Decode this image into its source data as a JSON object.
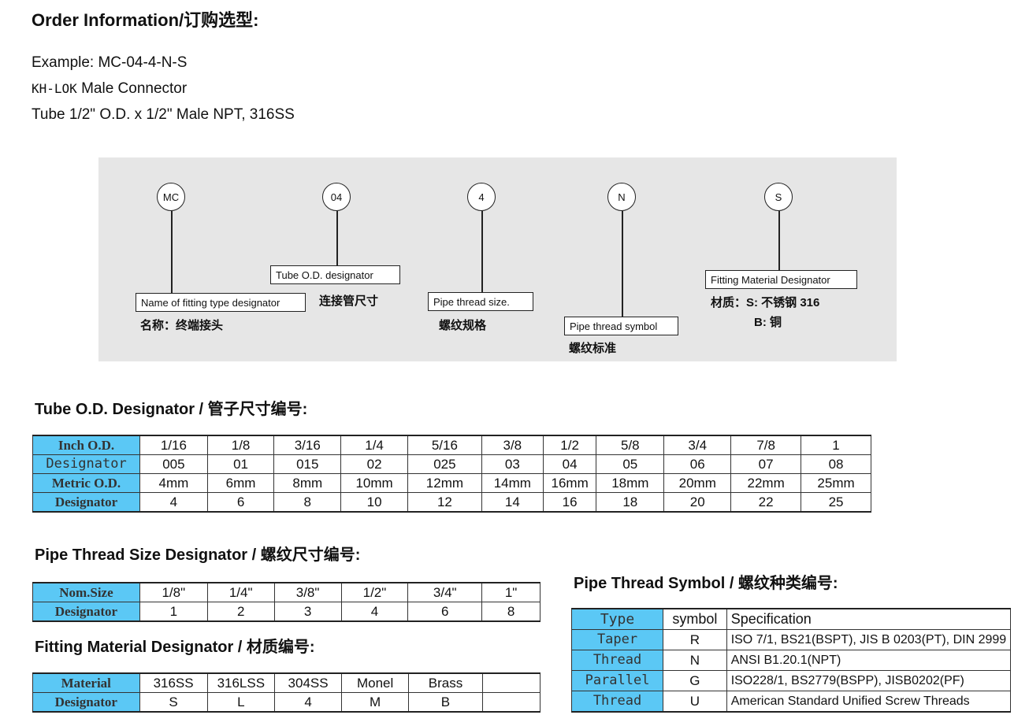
{
  "title": "Order Information/订购选型:",
  "example": {
    "line1": "Example: MC-04-4-N-S",
    "brand": "KH-LOK",
    "line2": " Male Connector",
    "line3": "Tube 1/2\" O.D. x 1/2\" Male NPT, 316SS"
  },
  "diagram": {
    "codes": [
      "MC",
      "04",
      "4",
      "N",
      "S"
    ],
    "labels": [
      "Name of fitting type designator",
      "Tube O.D. designator",
      "Pipe thread size.",
      "Pipe thread symbol",
      "Fitting Material Designator"
    ],
    "cn": [
      "名称：终端接头",
      "连接管尺寸",
      "螺纹规格",
      "螺纹标准",
      "材质：S: 不锈钢 316",
      "B: 铜"
    ]
  },
  "tube": {
    "title": "Tube O.D. Designator / 管子尺寸编号:",
    "rows": [
      {
        "h": "Inch O.D.",
        "v": [
          "1/16",
          "1/8",
          "3/16",
          "1/4",
          "5/16",
          "3/8",
          "1/2",
          "5/8",
          "3/4",
          "7/8",
          "1"
        ]
      },
      {
        "h": "Designator",
        "v": [
          "005",
          "01",
          "015",
          "02",
          "025",
          "03",
          "04",
          "05",
          "06",
          "07",
          "08"
        ]
      },
      {
        "h": "Metric O.D.",
        "v": [
          "4mm",
          "6mm",
          "8mm",
          "10mm",
          "12mm",
          "14mm",
          "16mm",
          "18mm",
          "20mm",
          "22mm",
          "25mm"
        ]
      },
      {
        "h": "Designator",
        "v": [
          "4",
          "6",
          "8",
          "10",
          "12",
          "14",
          "16",
          "18",
          "20",
          "22",
          "25"
        ]
      }
    ]
  },
  "pipe": {
    "title": "Pipe Thread Size Designator / 螺纹尺寸编号:",
    "rows": [
      {
        "h": "Nom.Size",
        "v": [
          "1/8\"",
          "1/4\"",
          "3/8\"",
          "1/2\"",
          "3/4\"",
          "1\""
        ]
      },
      {
        "h": "Designator",
        "v": [
          "1",
          "2",
          "3",
          "4",
          "6",
          "8"
        ]
      }
    ]
  },
  "material": {
    "title": "Fitting Material Designator / 材质编号:",
    "rows": [
      {
        "h": "Material",
        "v": [
          "316SS",
          "316LSS",
          "304SS",
          "Monel",
          "Brass",
          ""
        ]
      },
      {
        "h": "Designator",
        "v": [
          "S",
          "L",
          "4",
          "M",
          "B",
          ""
        ]
      }
    ]
  },
  "symbol": {
    "title": "Pipe Thread Symbol / 螺纹种类编号:",
    "header": [
      "Type",
      "symbol",
      "Specification"
    ],
    "rows": [
      [
        "Taper",
        "R",
        "ISO 7/1, BS21(BSPT), JIS B 0203(PT), DIN 2999"
      ],
      [
        "Thread",
        "N",
        "ANSI B1.20.1(NPT)"
      ],
      [
        "Parallel",
        "G",
        "ISO228/1, BS2779(BSPP), JISB0202(PF)"
      ],
      [
        "Thread",
        "U",
        "American Standard Unified Screw Threads"
      ]
    ]
  },
  "colors": {
    "header_blue": "#5bc8f5",
    "diagram_bg": "#e6e6e6"
  }
}
